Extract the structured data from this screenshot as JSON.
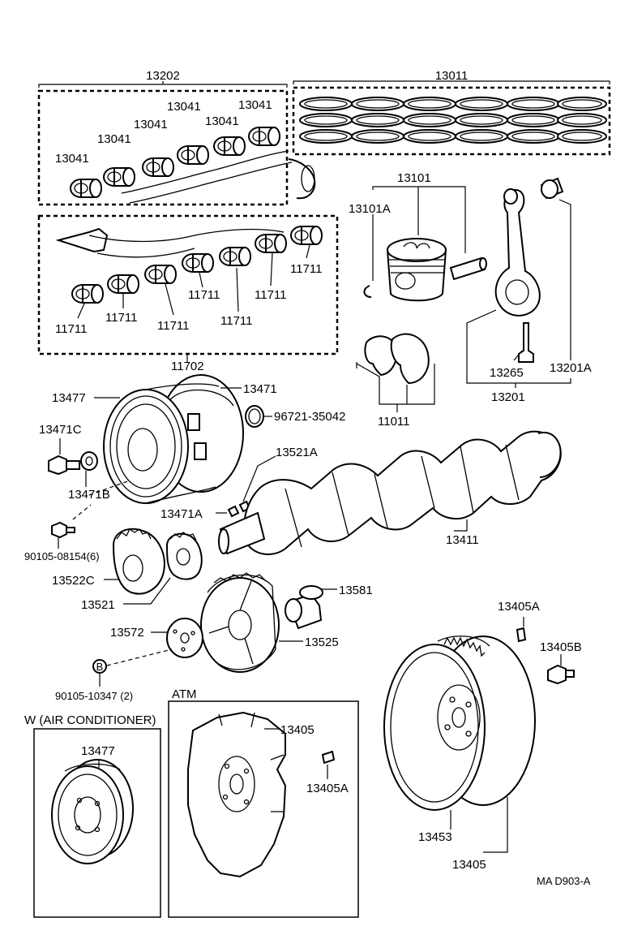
{
  "labels": {
    "p13202": "13202",
    "p13011": "13011",
    "p13041a": "13041",
    "p13041b": "13041",
    "p13041c": "13041",
    "p13041d": "13041",
    "p13041e": "13041",
    "p13041f": "13041",
    "p13101": "13101",
    "p13101A": "13101A",
    "p11711a": "11711",
    "p11711b": "11711",
    "p11711c": "11711",
    "p11711d": "11711",
    "p11711e": "11711",
    "p11711f": "11711",
    "p11711g": "11711",
    "p11702": "11702",
    "p13265": "13265",
    "p13201A": "13201A",
    "p13201": "13201",
    "p13477": "13477",
    "p13471": "13471",
    "p96721": "96721-35042",
    "p11011": "11011",
    "p13471C": "13471C",
    "p13521A": "13521A",
    "p13471B": "13471B",
    "p13471A": "13471A",
    "p13411": "13411",
    "p90105_08154": "90105-08154(6)",
    "p13522C": "13522C",
    "p13521": "13521",
    "p13581": "13581",
    "p13572": "13572",
    "p13525": "13525",
    "p13405A_top": "13405A",
    "p13405B": "13405B",
    "bolt_marker": "B",
    "p90105_10347": "90105-10347 (2)",
    "atm": "ATM",
    "w_air": "W (AIR CONDITIONER)",
    "p13477_w": "13477",
    "p13405_atm": "13405",
    "p13405A_atm": "13405A",
    "p13453": "13453",
    "p13405_bottom": "13405",
    "figure_code": "MA  D903-A"
  }
}
